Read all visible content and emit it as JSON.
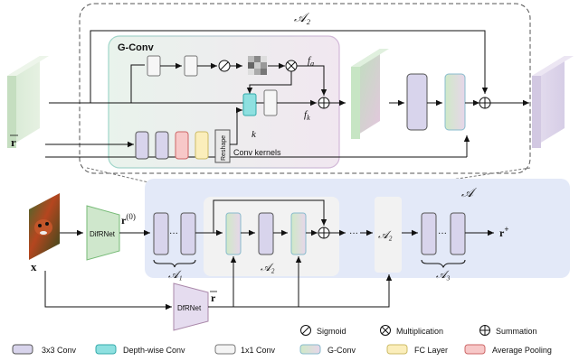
{
  "diagram": {
    "module_A2": {
      "label": "𝒜₂"
    },
    "gconv": {
      "title": "G-Conv",
      "sig_fa": "f",
      "sig_fa_sub": "a",
      "sig_fk": "f",
      "sig_fk_sub": "k",
      "reshape": "Reshape",
      "k_label": "k",
      "conv_kernels": "Conv kernels"
    },
    "inputs": {
      "r_vec": "r",
      "x": "x"
    },
    "bottom": {
      "module_A": "𝒜",
      "difrnet_top": "DifRNet",
      "difrnet_bottom": "DfRNet",
      "r0": "r",
      "r0_sup": "(0)",
      "dots1": "···",
      "A1": "𝒜₁",
      "A2": "𝒜₂",
      "A2_block": "𝒜₂",
      "A3": "𝒜₃",
      "ellipsis_mid": "···",
      "dots3": "···",
      "r_plus": "r",
      "r_plus_sup": "+",
      "r_arrow": "r"
    },
    "legend_ops": [
      {
        "symbol": "sigmoid",
        "label": "Sigmoid"
      },
      {
        "symbol": "multiplication",
        "label": "Multiplication"
      },
      {
        "symbol": "summation",
        "label": "Summation"
      }
    ],
    "legend_blocks": [
      {
        "label": "3x3 Conv",
        "color": "#d8d4ec"
      },
      {
        "label": "Depth-wise Conv",
        "color": "#8ee0e0"
      },
      {
        "label": "1x1 Conv",
        "color": "#f4f4f4"
      },
      {
        "label": "G-Conv",
        "color": "#d9e8d6"
      },
      {
        "label": "FC Layer",
        "color": "#fbeebb"
      },
      {
        "label": "Average Pooling",
        "color": "#f7c8c8"
      }
    ]
  }
}
